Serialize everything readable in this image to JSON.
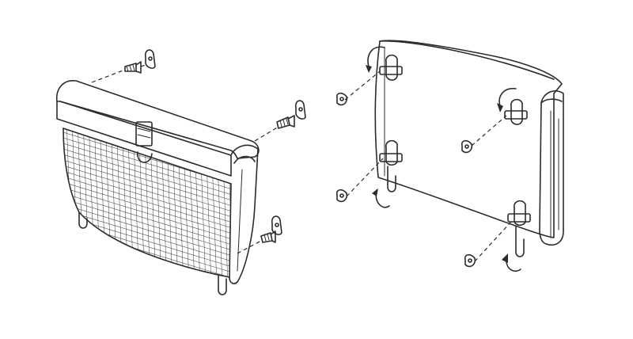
{
  "illustration": {
    "figures": [
      {
        "name": "front-view",
        "description_icon": "wall-mounted-mesh-basket-front"
      },
      {
        "name": "back-view",
        "description_icon": "wall-mounted-basket-back-with-hooks"
      }
    ]
  },
  "colors": {
    "background": "#ffffff",
    "ink": "#2b2b2b"
  }
}
